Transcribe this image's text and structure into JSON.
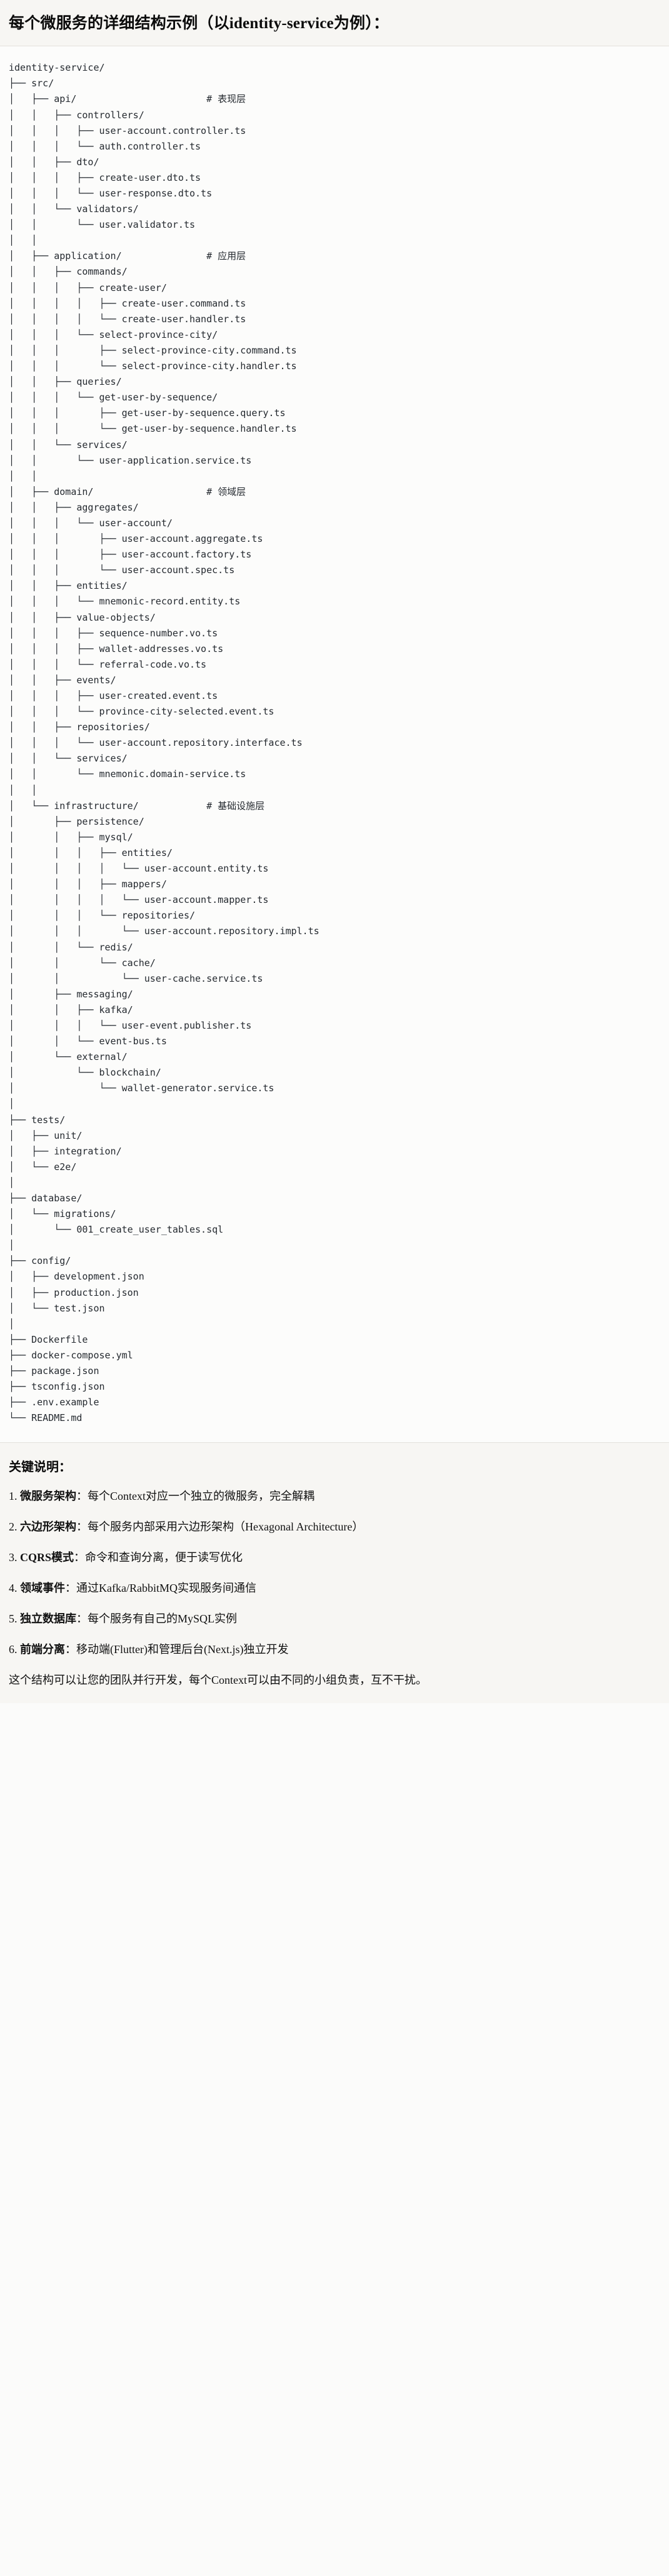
{
  "heading": {
    "text": "每个微服务的详细结构示例（以identity-service为例）："
  },
  "tree": {
    "root_label": "identity-service/",
    "comments": {
      "api": "# 表现层",
      "application": "# 应用层",
      "domain": "# 领域层",
      "infrastructure": "# 基础设施层"
    },
    "lines": [
      "identity-service/",
      "├── src/",
      "│   ├── api/                       # 表现层",
      "│   │   ├── controllers/",
      "│   │   │   ├── user-account.controller.ts",
      "│   │   │   └── auth.controller.ts",
      "│   │   ├── dto/",
      "│   │   │   ├── create-user.dto.ts",
      "│   │   │   └── user-response.dto.ts",
      "│   │   └── validators/",
      "│   │       └── user.validator.ts",
      "│   │",
      "│   ├── application/               # 应用层",
      "│   │   ├── commands/",
      "│   │   │   ├── create-user/",
      "│   │   │   │   ├── create-user.command.ts",
      "│   │   │   │   └── create-user.handler.ts",
      "│   │   │   └── select-province-city/",
      "│   │   │       ├── select-province-city.command.ts",
      "│   │   │       └── select-province-city.handler.ts",
      "│   │   ├── queries/",
      "│   │   │   └── get-user-by-sequence/",
      "│   │   │       ├── get-user-by-sequence.query.ts",
      "│   │   │       └── get-user-by-sequence.handler.ts",
      "│   │   └── services/",
      "│   │       └── user-application.service.ts",
      "│   │",
      "│   ├── domain/                    # 领域层",
      "│   │   ├── aggregates/",
      "│   │   │   └── user-account/",
      "│   │   │       ├── user-account.aggregate.ts",
      "│   │   │       ├── user-account.factory.ts",
      "│   │   │       └── user-account.spec.ts",
      "│   │   ├── entities/",
      "│   │   │   └── mnemonic-record.entity.ts",
      "│   │   ├── value-objects/",
      "│   │   │   ├── sequence-number.vo.ts",
      "│   │   │   ├── wallet-addresses.vo.ts",
      "│   │   │   └── referral-code.vo.ts",
      "│   │   ├── events/",
      "│   │   │   ├── user-created.event.ts",
      "│   │   │   └── province-city-selected.event.ts",
      "│   │   ├── repositories/",
      "│   │   │   └── user-account.repository.interface.ts",
      "│   │   └── services/",
      "│   │       └── mnemonic.domain-service.ts",
      "│   │",
      "│   └── infrastructure/            # 基础设施层",
      "│       ├── persistence/",
      "│       │   ├── mysql/",
      "│       │   │   ├── entities/",
      "│       │   │   │   └── user-account.entity.ts",
      "│       │   │   ├── mappers/",
      "│       │   │   │   └── user-account.mapper.ts",
      "│       │   │   └── repositories/",
      "│       │   │       └── user-account.repository.impl.ts",
      "│       │   └── redis/",
      "│       │       └── cache/",
      "│       │           └── user-cache.service.ts",
      "│       ├── messaging/",
      "│       │   ├── kafka/",
      "│       │   │   └── user-event.publisher.ts",
      "│       │   └── event-bus.ts",
      "│       └── external/",
      "│           └── blockchain/",
      "│               └── wallet-generator.service.ts",
      "│",
      "├── tests/",
      "│   ├── unit/",
      "│   ├── integration/",
      "│   └── e2e/",
      "│",
      "├── database/",
      "│   └── migrations/",
      "│       └── 001_create_user_tables.sql",
      "│",
      "├── config/",
      "│   ├── development.json",
      "│   ├── production.json",
      "│   └── test.json",
      "│",
      "├── Dockerfile",
      "├── docker-compose.yml",
      "├── package.json",
      "├── tsconfig.json",
      "├── .env.example",
      "└── README.md"
    ]
  },
  "notes": {
    "title": "关键说明：",
    "items": [
      {
        "num": "1.",
        "term": "微服务架构",
        "sep": "：",
        "desc": "每个Context对应一个独立的微服务，完全解耦"
      },
      {
        "num": "2.",
        "term": "六边形架构",
        "sep": "：",
        "desc": "每个服务内部采用六边形架构（Hexagonal Architecture）"
      },
      {
        "num": "3.",
        "term": "CQRS模式",
        "sep": "：",
        "desc": "命令和查询分离，便于读写优化"
      },
      {
        "num": "4.",
        "term": "领域事件",
        "sep": "：",
        "desc": "通过Kafka/RabbitMQ实现服务间通信"
      },
      {
        "num": "5.",
        "term": "独立数据库",
        "sep": "：",
        "desc": "每个服务有自己的MySQL实例"
      },
      {
        "num": "6.",
        "term": "前端分离",
        "sep": "：",
        "desc": "移动端(Flutter)和管理后台(Next.js)独立开发"
      }
    ],
    "closing": "这个结构可以让您的团队并行开发，每个Context可以由不同的小组负责，互不干扰。"
  },
  "colors": {
    "page_bg": "#fbfbfa",
    "band_bg": "#f7f6f3",
    "code_bg": "#fcfcfb",
    "divider": "#e3e1dc",
    "text": "#111111",
    "code_text": "#24292f"
  }
}
